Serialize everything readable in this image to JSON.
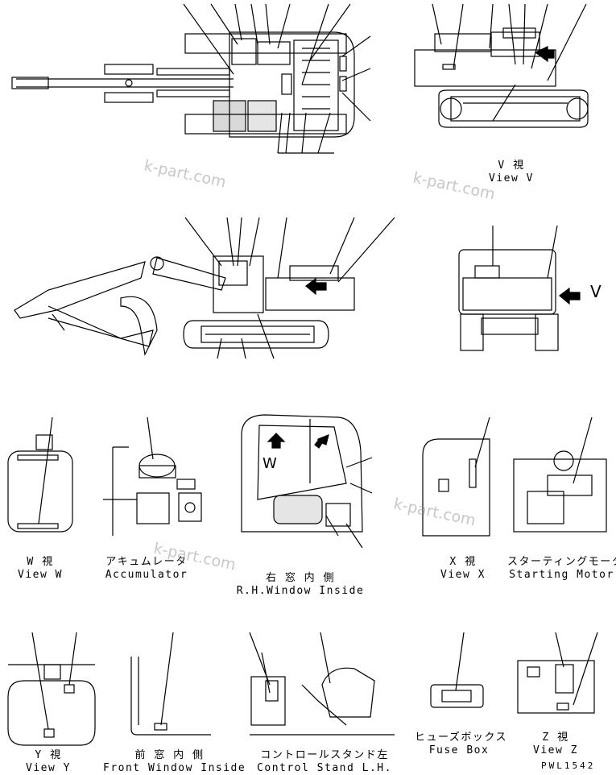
{
  "captions": {
    "view_v": {
      "jp": "V 視",
      "en": "View V"
    },
    "view_w": {
      "jp": "W 視",
      "en": "View W"
    },
    "accumulator": {
      "jp": "アキュムレータ",
      "en": "Accumulator"
    },
    "rh_window": {
      "jp": "右 窓 内 側",
      "en": "R.H.Window Inside"
    },
    "view_x": {
      "jp": "X 視",
      "en": "View X"
    },
    "starting_motor": {
      "jp": "スターティングモータ",
      "en": "Starting Motor"
    },
    "view_y": {
      "jp": "Y 視",
      "en": "View Y"
    },
    "front_window": {
      "jp": "前 窓 内 側",
      "en": "Front Window Inside"
    },
    "control_stand": {
      "jp": "コントロールスタンド左",
      "en": "Control Stand L.H."
    },
    "fuse_box": {
      "jp": "ヒューズボックス",
      "en": "Fuse Box"
    },
    "view_z": {
      "jp": "Z 視",
      "en": "View Z"
    }
  },
  "view_labels": {
    "v": "V",
    "w": "W"
  },
  "watermarks": [
    "k-part.com",
    "k-part.com",
    "k-part.com",
    "k-part.com"
  ],
  "drawing_code": "PWL1542"
}
